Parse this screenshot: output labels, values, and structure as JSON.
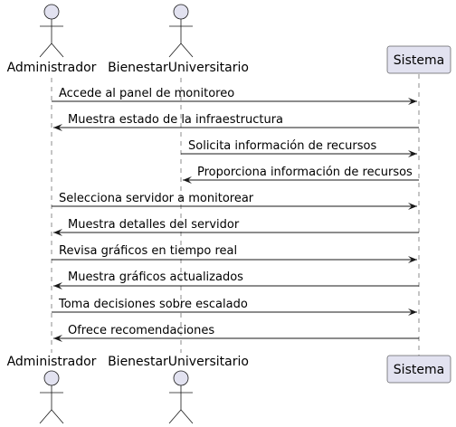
{
  "participants": [
    {
      "id": "admin",
      "name": "Administrador",
      "kind": "actor"
    },
    {
      "id": "bienestar",
      "name": "BienestarUniversitario",
      "kind": "actor"
    },
    {
      "id": "sistema",
      "name": "Sistema",
      "kind": "participant"
    }
  ],
  "messages": [
    {
      "from": "admin",
      "to": "sistema",
      "text": "Accede al panel de monitoreo"
    },
    {
      "from": "sistema",
      "to": "admin",
      "text": "Muestra estado de la infraestructura"
    },
    {
      "from": "bienestar",
      "to": "sistema",
      "text": "Solicita información de recursos"
    },
    {
      "from": "sistema",
      "to": "bienestar",
      "text": "Proporciona información de recursos"
    },
    {
      "from": "admin",
      "to": "sistema",
      "text": "Selecciona servidor a monitorear"
    },
    {
      "from": "sistema",
      "to": "admin",
      "text": "Muestra detalles del servidor"
    },
    {
      "from": "admin",
      "to": "sistema",
      "text": "Revisa gráficos en tiempo real"
    },
    {
      "from": "sistema",
      "to": "admin",
      "text": "Muestra gráficos actualizados"
    },
    {
      "from": "admin",
      "to": "sistema",
      "text": "Toma decisiones sobre escalado"
    },
    {
      "from": "sistema",
      "to": "admin",
      "text": "Ofrece recomendaciones"
    }
  ],
  "colors": {
    "participant_fill": "#E2E2F0",
    "participant_stroke": "#181818",
    "line": "#181818",
    "text": "#000000",
    "background": "#FFFFFF"
  }
}
